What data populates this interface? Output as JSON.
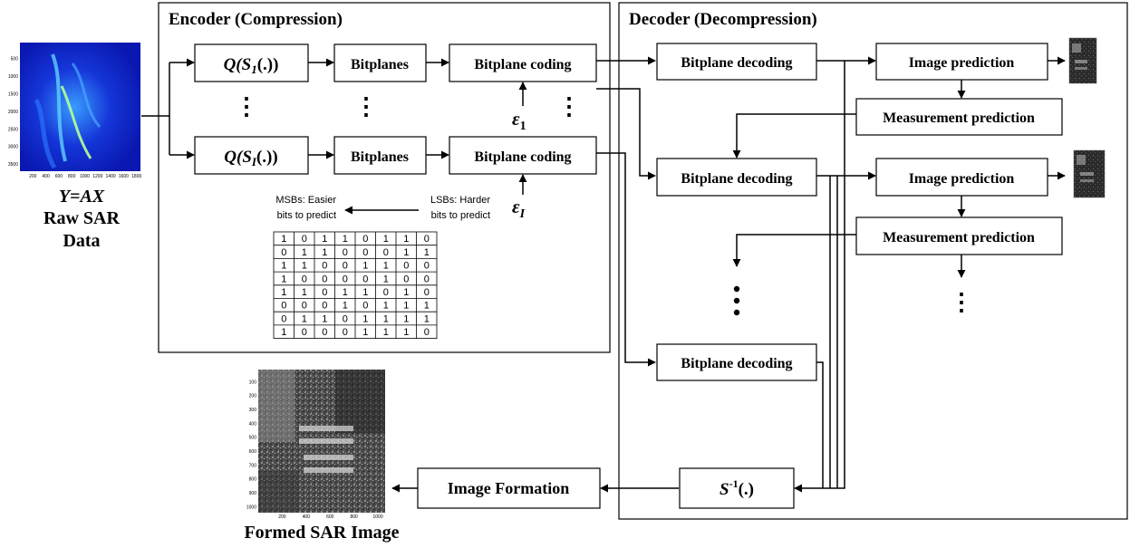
{
  "encoder": {
    "title": "Encoder (Compression)",
    "quantizer_1": "Q(S",
    "quantizer_1_sub": "1",
    "quantizer_1_tail": "(.))",
    "quantizer_I": "Q(S",
    "quantizer_I_sub": "I",
    "quantizer_I_tail": "(.))",
    "bitplanes_1": "Bitplanes",
    "bitplanes_I": "Bitplanes",
    "coding_1": "Bitplane coding",
    "coding_I": "Bitplane coding",
    "epsilon_1": "ε",
    "epsilon_1_sub": "1",
    "epsilon_I": "ε",
    "epsilon_I_sub": "I",
    "msb_line1": "MSBs: Easier",
    "msb_line2": "bits to predict",
    "lsb_line1": "LSBs: Harder",
    "lsb_line2": "bits to predict",
    "bit_table": [
      [
        1,
        0,
        1,
        1,
        0,
        1,
        1,
        0
      ],
      [
        0,
        1,
        1,
        0,
        0,
        0,
        1,
        1
      ],
      [
        1,
        1,
        0,
        0,
        1,
        1,
        0,
        0
      ],
      [
        1,
        0,
        0,
        0,
        0,
        1,
        0,
        0
      ],
      [
        1,
        1,
        0,
        1,
        1,
        0,
        1,
        0
      ],
      [
        0,
        0,
        0,
        1,
        0,
        1,
        1,
        1
      ],
      [
        0,
        1,
        1,
        0,
        1,
        1,
        1,
        1
      ],
      [
        1,
        0,
        0,
        0,
        1,
        1,
        1,
        0
      ]
    ]
  },
  "decoder": {
    "title": "Decoder (Decompression)",
    "decoding_1": "Bitplane decoding",
    "decoding_2": "Bitplane decoding",
    "decoding_3": "Bitplane decoding",
    "prediction_1": "Image prediction",
    "prediction_2": "Image prediction",
    "measurement_1": "Measurement prediction",
    "measurement_2": "Measurement prediction",
    "inverse": "S",
    "inverse_sup": "-1",
    "inverse_tail": "(.)"
  },
  "input": {
    "equation": "Y=AX",
    "label_line1": "Raw SAR",
    "label_line2": "Data",
    "y_ticks": [
      "500",
      "1000",
      "1500",
      "2000",
      "2500",
      "3000",
      "3500"
    ],
    "x_ticks": [
      "200",
      "400",
      "600",
      "800",
      "1000",
      "1200",
      "1400",
      "1600",
      "1800"
    ]
  },
  "output": {
    "formation": "Image Formation",
    "label": "Formed SAR Image",
    "y_ticks": [
      "100",
      "200",
      "300",
      "400",
      "500",
      "600",
      "700",
      "800",
      "900",
      "1000"
    ],
    "x_ticks": [
      "200",
      "400",
      "600",
      "800",
      "1000"
    ]
  },
  "ellipsis": "⋮"
}
